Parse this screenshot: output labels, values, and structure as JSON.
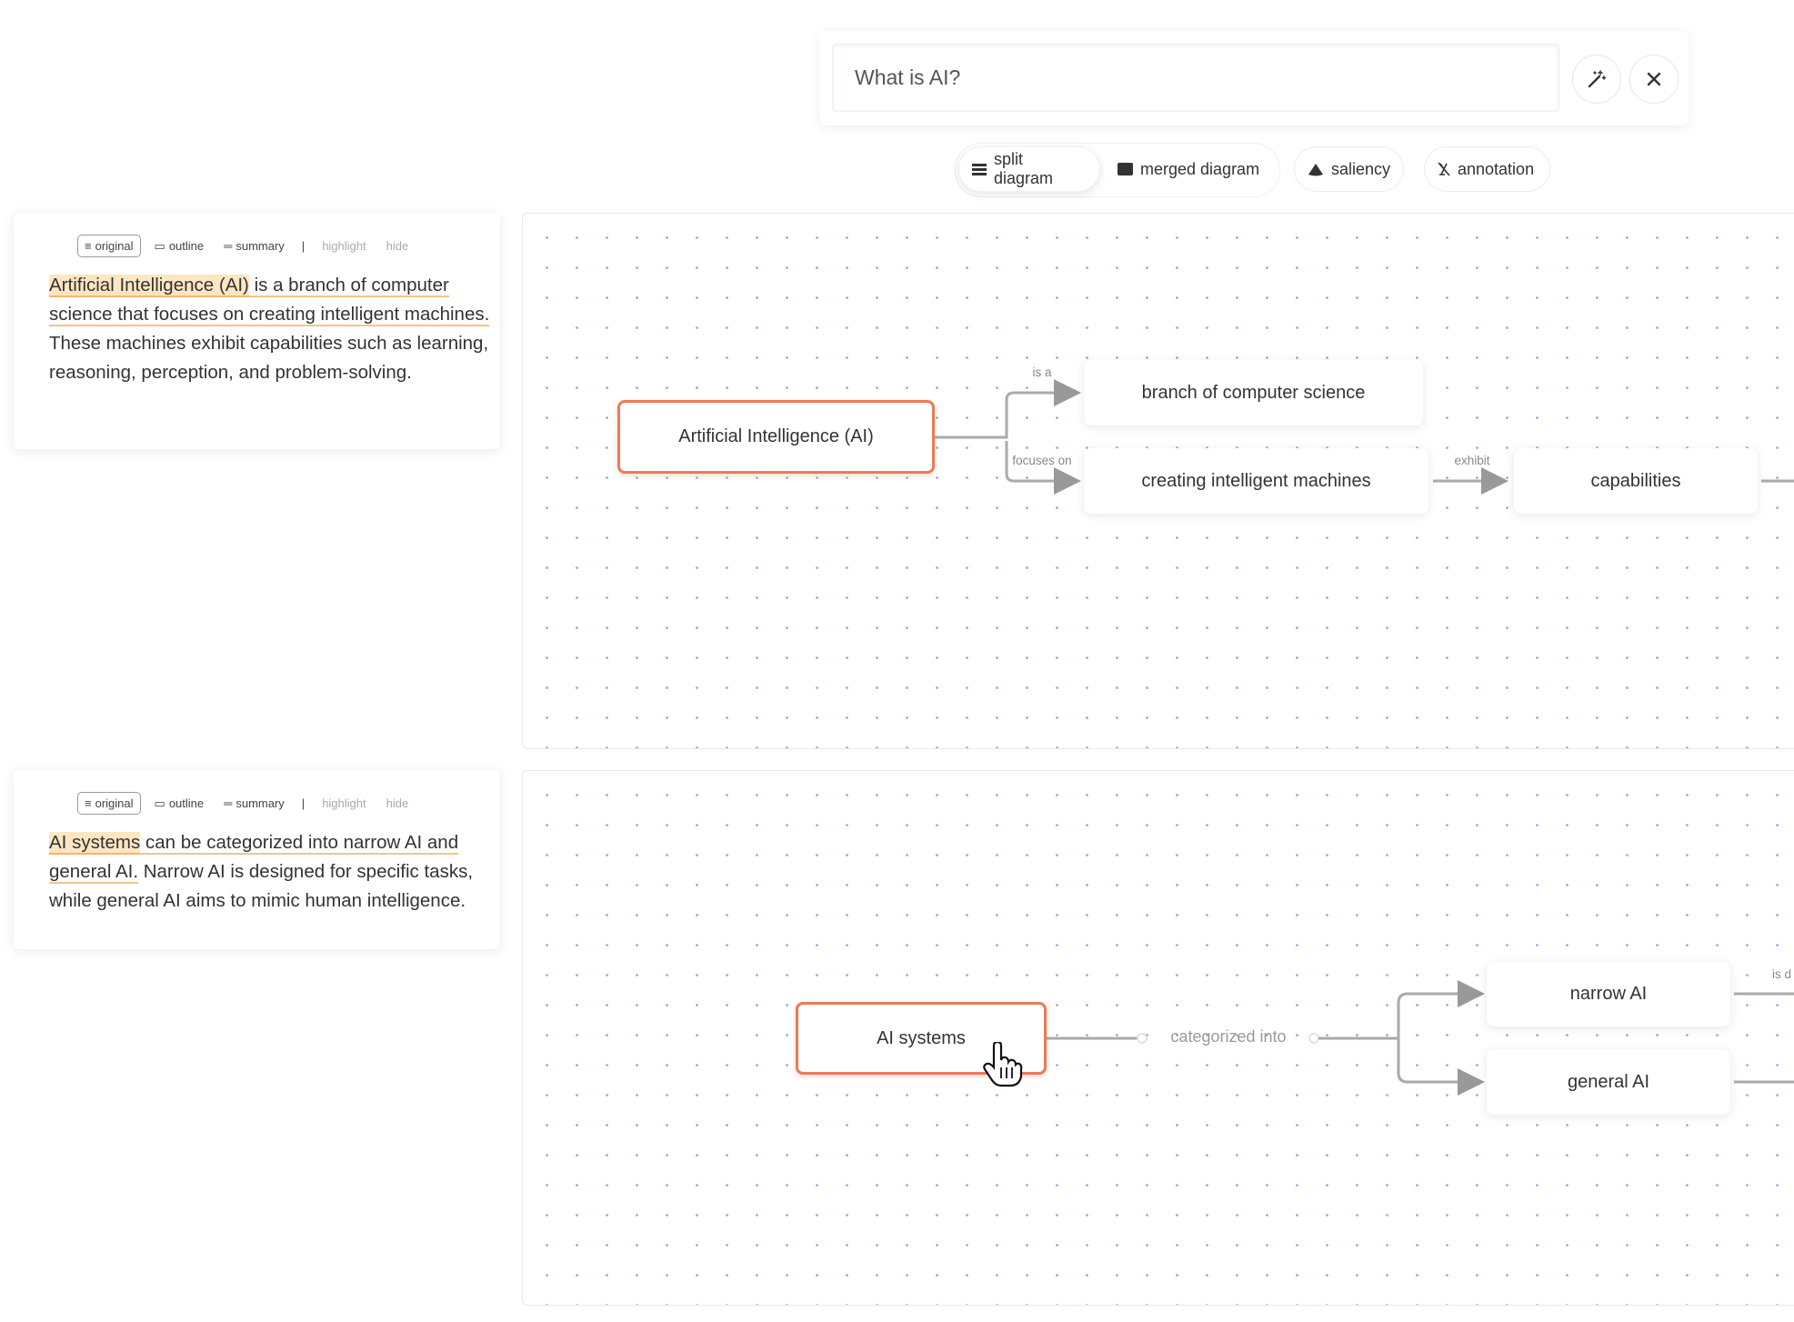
{
  "search": {
    "value": "What is AI?",
    "magic_icon": "magic-wand-icon",
    "close_icon": "close-icon"
  },
  "view_modes": [
    {
      "label": "split diagram",
      "icon": "split-icon",
      "active": true
    },
    {
      "label": "merged diagram",
      "icon": "merged-icon",
      "active": false
    },
    {
      "label": "saliency",
      "icon": "saliency-icon",
      "active": false
    },
    {
      "label": "annotation",
      "icon": "annotation-icon",
      "active": false
    }
  ],
  "card_tabs": {
    "original": "original",
    "outline": "outline",
    "summary": "summary",
    "separator": "|",
    "highlight": "highlight",
    "hide": "hide"
  },
  "sections": [
    {
      "text": {
        "highlight": "Artificial Intelligence (AI)",
        "underlined": " is a branch of computer science that focuses on creating intelligent machines.",
        "rest": " These machines exhibit capabilities such as learning, reasoning, perception, and problem-solving."
      },
      "diagram": {
        "nodes": {
          "root": "Artificial Intelligence (AI)",
          "n1": "branch of computer science",
          "n2": "creating intelligent machines",
          "n3": "capabilities"
        },
        "edges": {
          "e1": "is a",
          "e2": "focuses on",
          "e3": "exhibit"
        }
      }
    },
    {
      "text": {
        "highlight": "AI systems",
        "underlined": " can be categorized into narrow AI and general AI.",
        "rest": " Narrow AI is designed for specific tasks, while general AI aims to mimic human intelligence."
      },
      "diagram": {
        "nodes": {
          "root": "AI systems",
          "n1": "narrow AI",
          "n2": "general AI"
        },
        "edges": {
          "e1": "categorized into",
          "e2": "is d"
        }
      }
    }
  ],
  "colors": {
    "accent": "#ec7a58",
    "highlight": "#fde6c2",
    "grid_dot": "#8fb3e6"
  }
}
